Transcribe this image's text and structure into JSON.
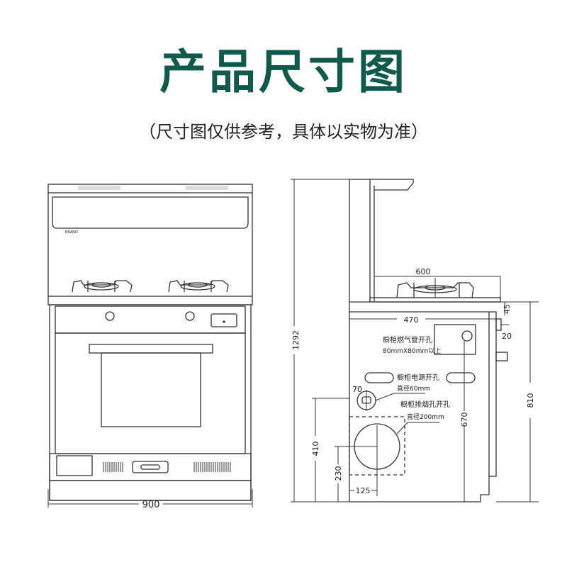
{
  "title": "产品尺寸图",
  "subtitle": "（尺寸图仅供参考，具体以实物为准）",
  "front": {
    "brand_text": "BRAND",
    "width_label": "900"
  },
  "side": {
    "dims": {
      "height_total": "1292",
      "depth_top": "600",
      "depth_cabinet": "470",
      "h45": "45",
      "h20": "20",
      "w70": "70",
      "h670": "670",
      "h810": "810",
      "h410": "410",
      "h230": "230",
      "w125": "125"
    },
    "notes": {
      "gas_line1": "橱柜燃气管开孔",
      "gas_line2": "80mmX80mm以上",
      "power_line1": "橱柜电源开孔",
      "power_line2": "直径60mm",
      "exhaust_line1": "橱柜排烟孔开孔",
      "exhaust_line2": "直径200mm"
    }
  }
}
